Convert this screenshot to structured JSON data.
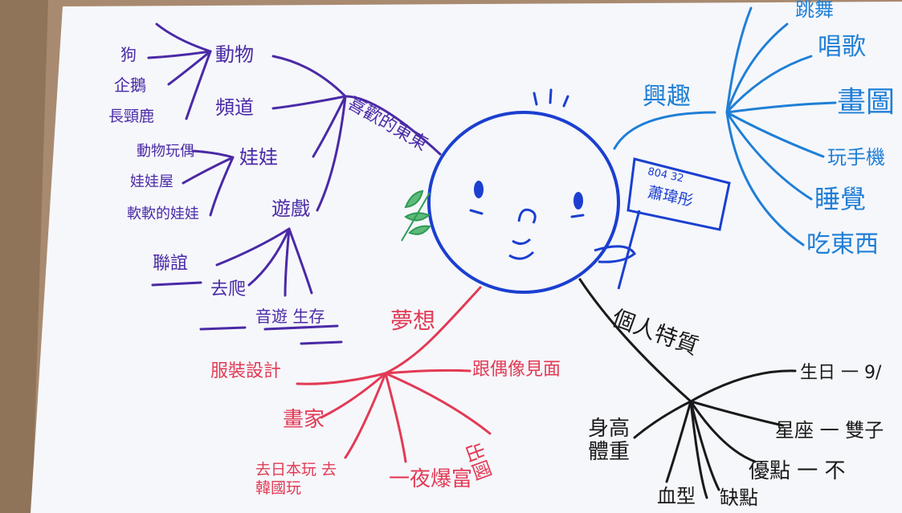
{
  "colors": {
    "desk": "#a88a70",
    "paper": "#f6f7fb",
    "purple_ink": "#4a2aa6",
    "blue_ink": "#1f7fd6",
    "face_ink": "#1b3fd0",
    "red_ink": "#e23a55",
    "black_ink": "#1a1a1a",
    "leaf_green": "#2f9a55"
  },
  "center": {
    "badge_line1": "804 32",
    "badge_line2": "蕭瑋彤"
  },
  "likes": {
    "title": "喜歡的東東",
    "animals": "動物",
    "animal_items": [
      "狗",
      "企鵝",
      "長頸鹿"
    ],
    "videos": "頻道",
    "dolls": "娃娃",
    "doll_items": [
      "動物玩偶",
      "娃娃屋",
      "軟軟的娃娃"
    ],
    "games": "遊戲",
    "game_items": [
      "聯誼",
      "去爬",
      "音遊 生存"
    ]
  },
  "hobbies": {
    "title": "興趣",
    "items": [
      "跳舞",
      "唱歌",
      "畫圖",
      "玩手機",
      "睡覺",
      "吃東西"
    ]
  },
  "dreams": {
    "title": "夢想",
    "items": [
      "服裝設計",
      "跟偶像見面",
      "畫家",
      "去日本玩 去韓國玩",
      "一夜爆富",
      "出國"
    ]
  },
  "traits": {
    "title": "個人特質",
    "items": [
      "生日 一 9/",
      "星座 一 雙子",
      "優點 一 不",
      "身高 體重",
      "血型",
      "缺點"
    ]
  }
}
